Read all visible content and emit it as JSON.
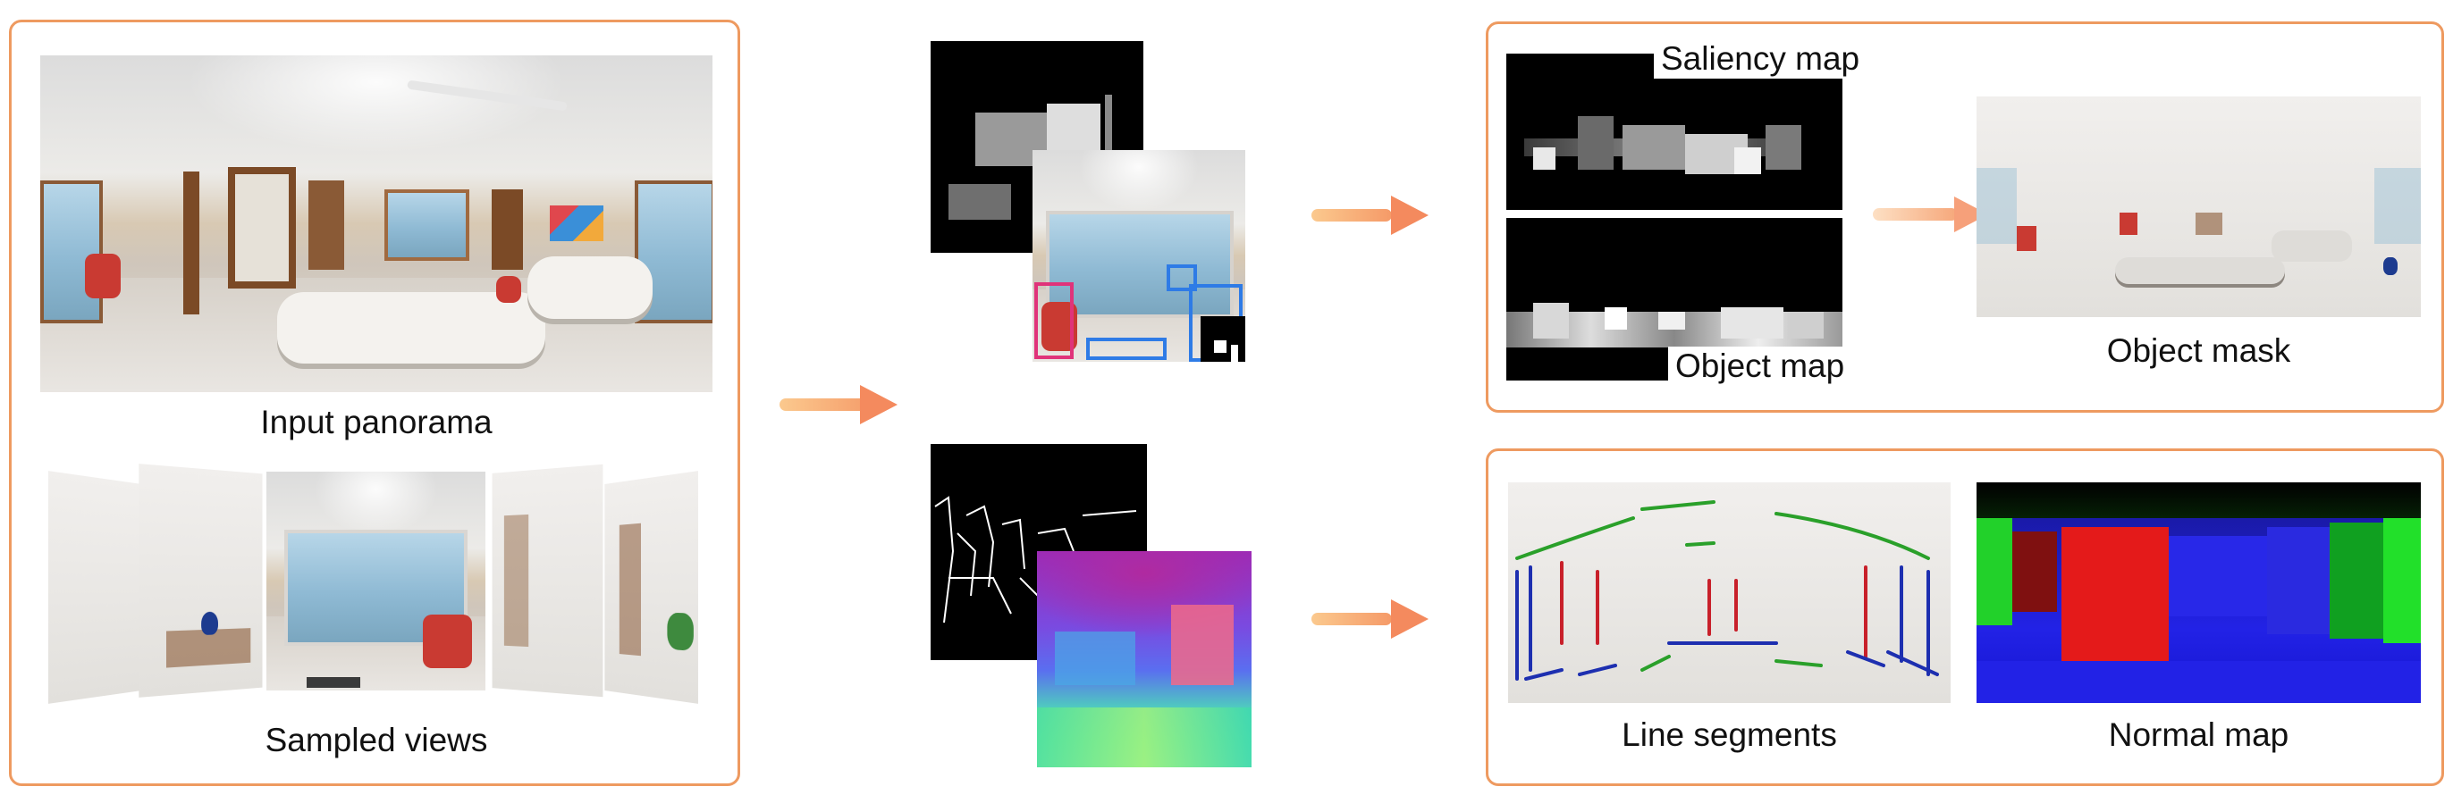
{
  "captions": {
    "input_panorama": "Input panorama",
    "sampled_views": "Sampled views",
    "saliency_map": "Saliency map",
    "object_map": "Object map",
    "object_mask": "Object mask",
    "line_segments": "Line segments",
    "normal_map": "Normal map"
  },
  "colors": {
    "panel_border": "#ee9a60",
    "arrow_start": "#fbc98e",
    "arrow_end": "#f48a5e",
    "box_pink": "#e0337a",
    "box_blue": "#2e7be6",
    "line_red": "#c8202a",
    "line_green": "#2aa02a",
    "line_blue": "#1d2fb0"
  }
}
